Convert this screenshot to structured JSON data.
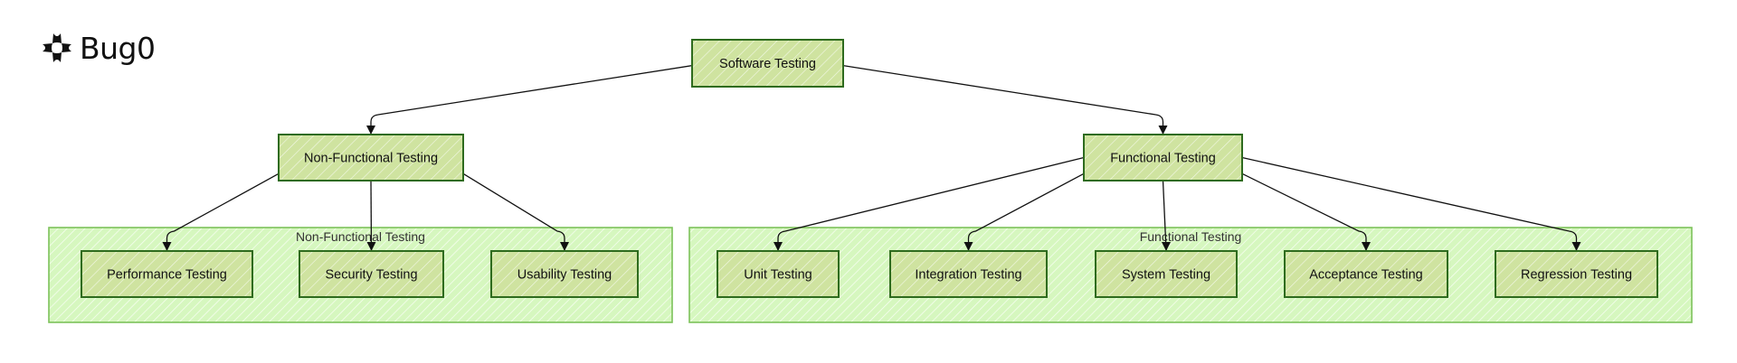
{
  "brand": {
    "name": "Bug0",
    "icon": "bug0-logo-icon"
  },
  "diagram": {
    "title": "Software Testing",
    "colors": {
      "node_fill": "#cfe3a0",
      "node_stroke": "#2e6b1e",
      "group_fill": "#d9f7c1",
      "group_stroke": "#7cc25a",
      "edge": "#111111"
    },
    "nodes": [
      {
        "id": "software",
        "label": "Software Testing"
      },
      {
        "id": "nonfunctional",
        "label": "Non-Functional Testing"
      },
      {
        "id": "functional",
        "label": "Functional Testing"
      },
      {
        "id": "performance",
        "label": "Performance Testing",
        "group": "nf"
      },
      {
        "id": "security",
        "label": "Security Testing",
        "group": "nf"
      },
      {
        "id": "usability",
        "label": "Usability Testing",
        "group": "nf"
      },
      {
        "id": "unit",
        "label": "Unit Testing",
        "group": "f"
      },
      {
        "id": "integration",
        "label": "Integration Testing",
        "group": "f"
      },
      {
        "id": "system",
        "label": "System Testing",
        "group": "f"
      },
      {
        "id": "acceptance",
        "label": "Acceptance Testing",
        "group": "f"
      },
      {
        "id": "regression",
        "label": "Regression Testing",
        "group": "f"
      }
    ],
    "groups": [
      {
        "id": "nf",
        "label": "Non-Functional Testing"
      },
      {
        "id": "f",
        "label": "Functional Testing"
      }
    ],
    "edges": [
      {
        "from": "software",
        "to": "nonfunctional"
      },
      {
        "from": "software",
        "to": "functional"
      },
      {
        "from": "nonfunctional",
        "to": "performance"
      },
      {
        "from": "nonfunctional",
        "to": "security"
      },
      {
        "from": "nonfunctional",
        "to": "usability"
      },
      {
        "from": "functional",
        "to": "unit"
      },
      {
        "from": "functional",
        "to": "integration"
      },
      {
        "from": "functional",
        "to": "system"
      },
      {
        "from": "functional",
        "to": "acceptance"
      },
      {
        "from": "functional",
        "to": "regression"
      }
    ]
  }
}
